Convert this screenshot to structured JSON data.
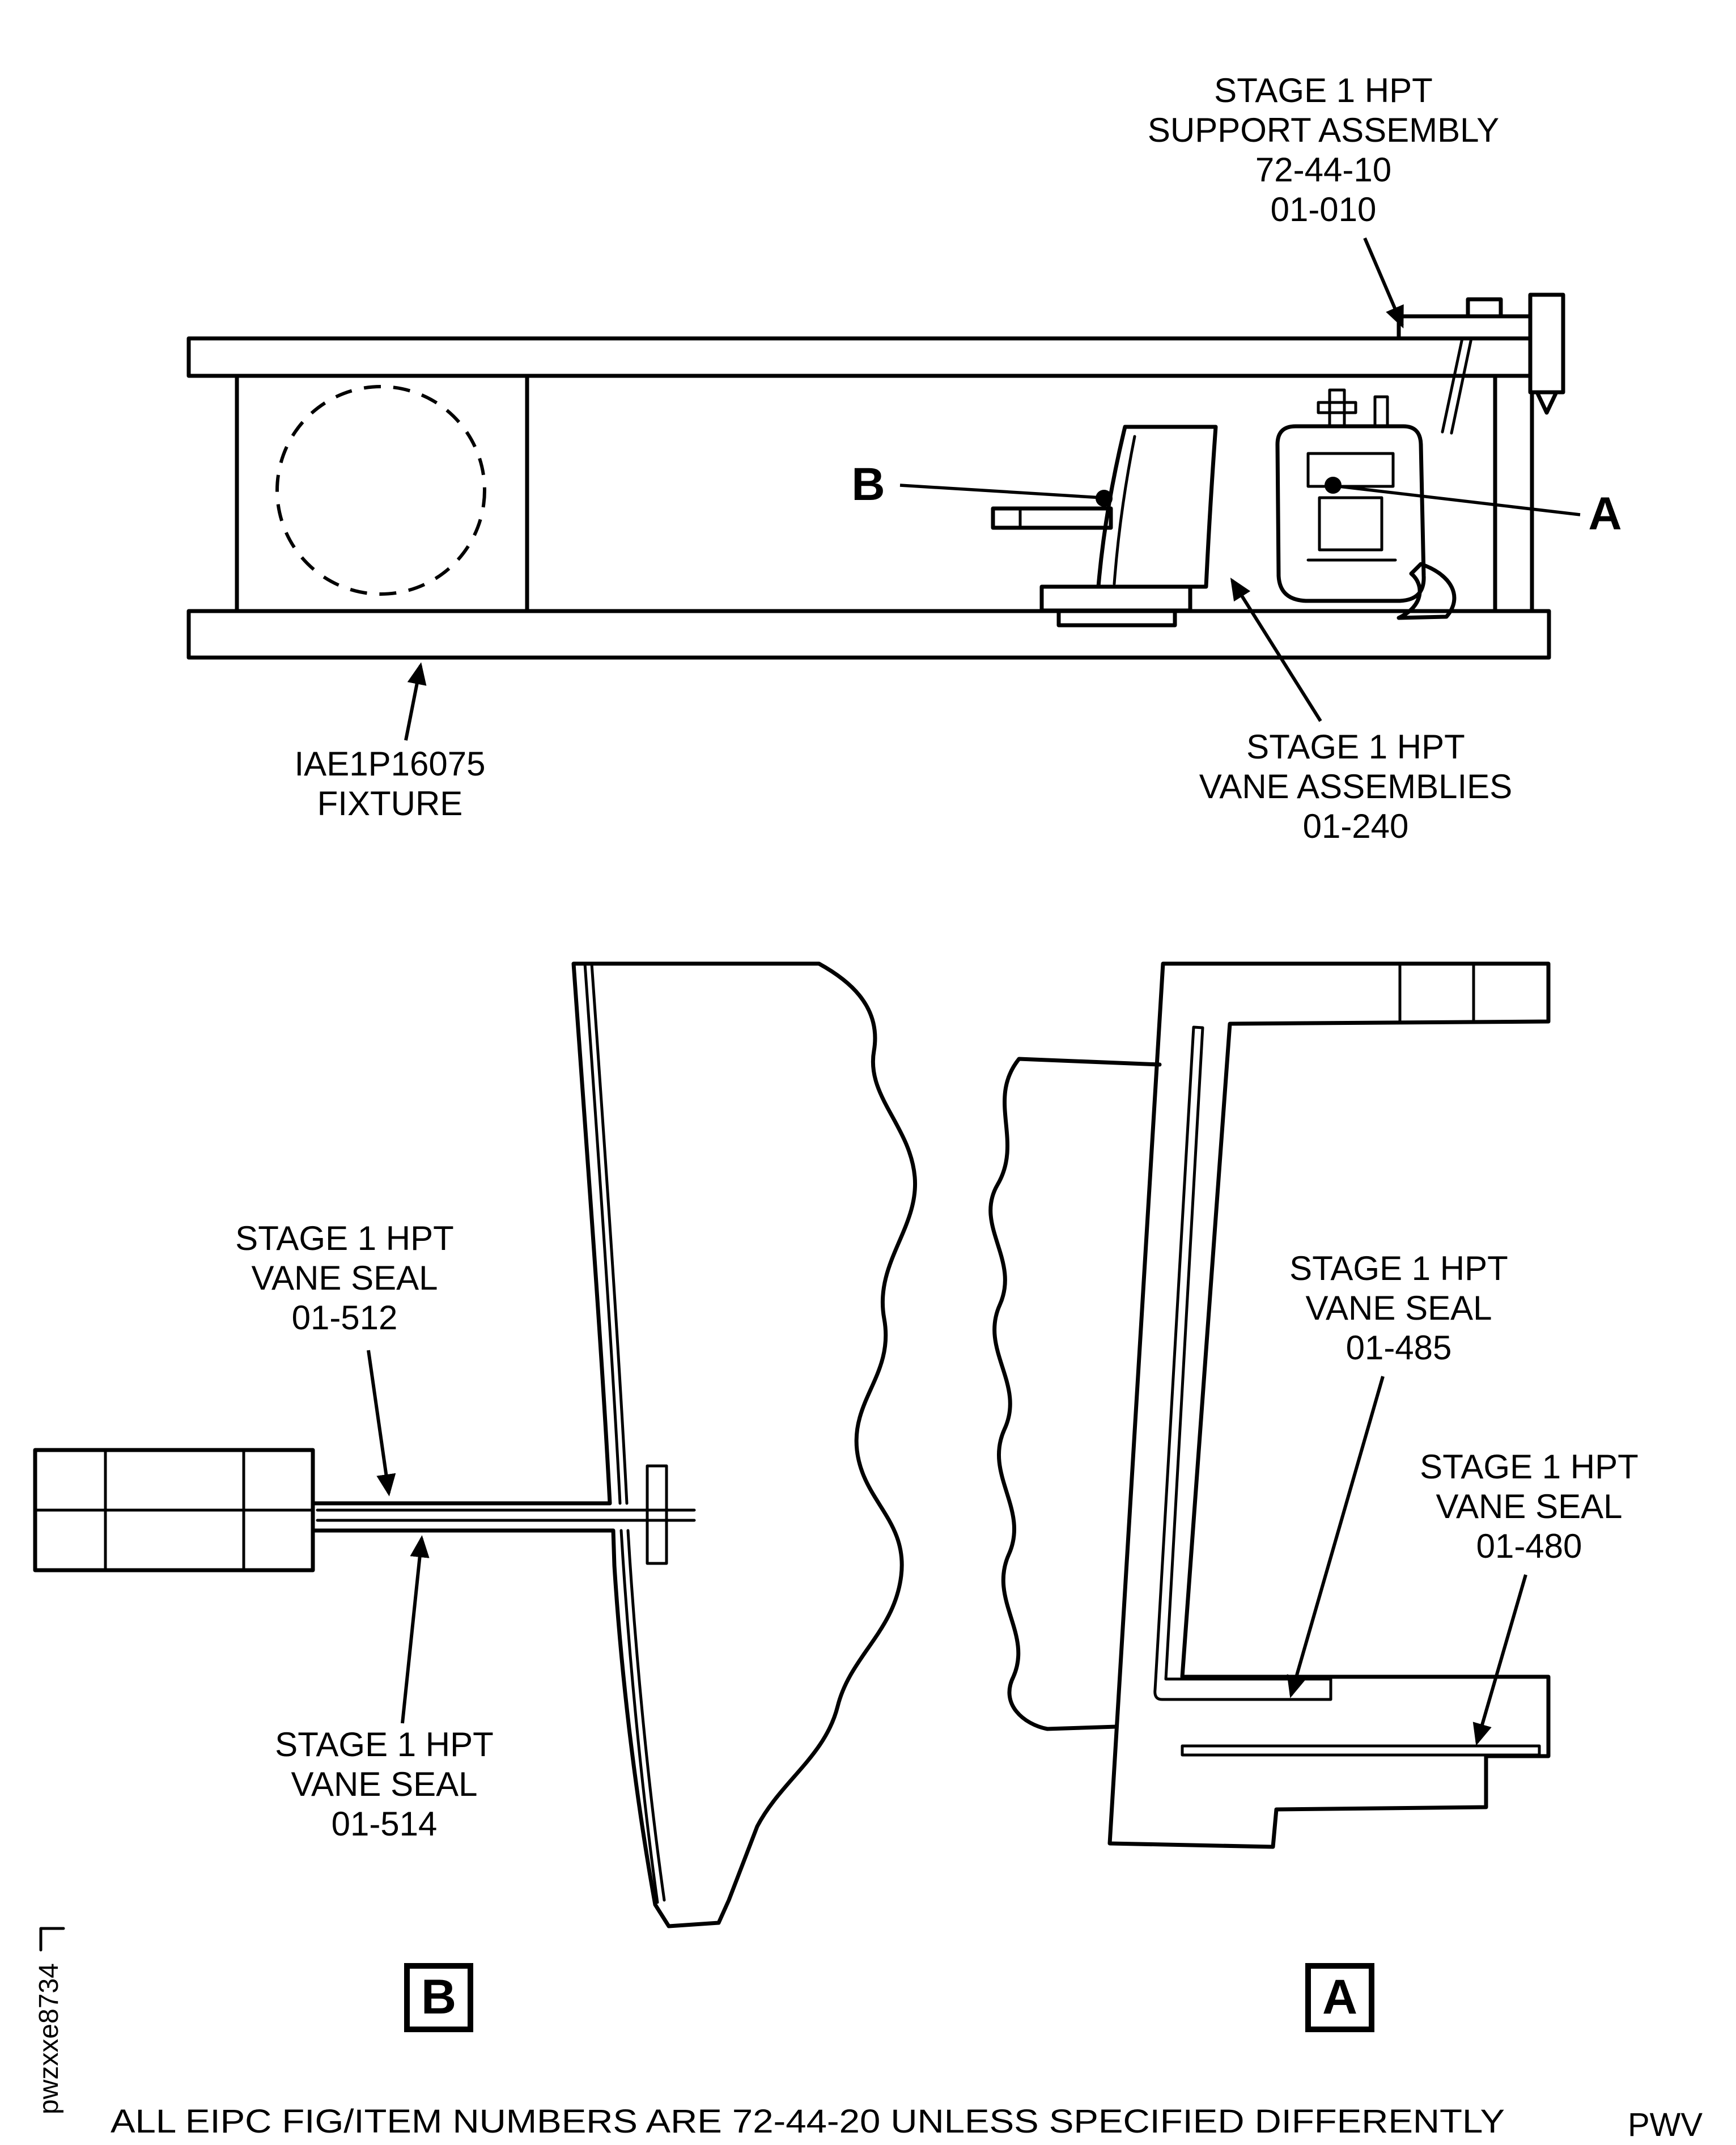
{
  "page": {
    "background": "#ffffff",
    "ink": "#000000",
    "footer_note": "ALL EIPC FIG/ITEM NUMBERS ARE 72-44-20 UNLESS SPECIFIED DIFFERENTLY",
    "publisher_code": "PWV",
    "side_code": "pwzxxe8734"
  },
  "top_view": {
    "support_assembly_label": {
      "line1": "STAGE 1 HPT",
      "line2": "SUPPORT ASSEMBLY",
      "line3": "72-44-10",
      "line4": "01-010"
    },
    "fixture_label": {
      "line1": "IAE1P16075",
      "line2": "FIXTURE"
    },
    "vane_assemblies_label": {
      "line1": "STAGE 1 HPT",
      "line2": "VANE ASSEMBLIES",
      "line3": "01-240"
    },
    "callout_a": "A",
    "callout_b": "B"
  },
  "detail_b": {
    "view_letter": "B",
    "seal_upper_label": {
      "line1": "STAGE 1 HPT",
      "line2": "VANE SEAL",
      "line3": "01-512"
    },
    "seal_lower_label": {
      "line1": "STAGE 1 HPT",
      "line2": "VANE SEAL",
      "line3": "01-514"
    }
  },
  "detail_a": {
    "view_letter": "A",
    "seal_inner_label": {
      "line1": "STAGE 1 HPT",
      "line2": "VANE SEAL",
      "line3": "01-485"
    },
    "seal_outer_label": {
      "line1": "STAGE 1 HPT",
      "line2": "VANE SEAL",
      "line3": "01-480"
    }
  }
}
